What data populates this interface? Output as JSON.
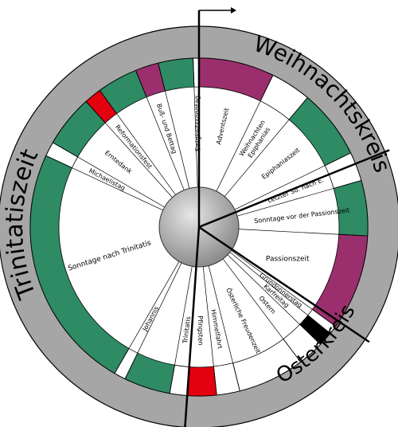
{
  "circles": {
    "weihnachtskreis": "Weihnachtskreis",
    "osterkreis": "Osterkreis",
    "trinitatiszeit": "Trinitatiszeit"
  },
  "colors": {
    "outer_ring": "#a6a6a6",
    "green": "#2e8b64",
    "violet": "#9b2f6e",
    "red": "#e3000f",
    "black": "#000000",
    "white": "#ffffff"
  },
  "segments": [
    {
      "id": "ewigkeitssonntag",
      "label": "Ewigkeitssonntag",
      "color": "white",
      "start": -2,
      "end": 0
    },
    {
      "id": "adventszeit",
      "label": "Adventszeit",
      "color": "violet",
      "start": 0,
      "end": 26
    },
    {
      "id": "weihnachten-epiphanias",
      "label": "Weihnachten\nEpiphanias",
      "color": "white",
      "start": 26,
      "end": 40
    },
    {
      "id": "epiphaniaszeit",
      "label": "Epiphaniaszeit",
      "color": "green",
      "start": 40,
      "end": 64
    },
    {
      "id": "letzter-so-nach-e",
      "label": "Letzter So. nach E.",
      "color": "white",
      "start": 64,
      "end": 74
    },
    {
      "id": "vorpassion",
      "label": "Sonntage vor der Passionszeit",
      "color": "green",
      "start": 74,
      "end": 93
    },
    {
      "id": "passionszeit",
      "label": "Passionszeit",
      "color": "violet",
      "start": 93,
      "end": 126
    },
    {
      "id": "gruendonnerstag",
      "label": "Gründonnerstag",
      "color": "white",
      "start": 126,
      "end": 129
    },
    {
      "id": "karfreitag",
      "label": "Karfreitag",
      "color": "black",
      "start": 129,
      "end": 134
    },
    {
      "id": "ostern",
      "label": "Ostern",
      "color": "white",
      "start": 134,
      "end": 143
    },
    {
      "id": "oesterliche-freudenzeit",
      "label": "Österliche Freudenzeit",
      "color": "white",
      "start": 143,
      "end": 166
    },
    {
      "id": "himmelfahrt",
      "label": "Himmelfahrt",
      "color": "white",
      "start": 166,
      "end": 174
    },
    {
      "id": "pfingsten",
      "label": "Pfingsten",
      "color": "red",
      "start": 174,
      "end": 184
    },
    {
      "id": "trinitatis",
      "label": "Trinitatis",
      "color": "white",
      "start": 184,
      "end": 190
    },
    {
      "id": "trinitatis-green",
      "label": "",
      "color": "green",
      "start": 190,
      "end": 206
    },
    {
      "id": "johannis",
      "label": "Johannis",
      "color": "white",
      "start": 206,
      "end": 210
    },
    {
      "id": "sonntage-nach-trinitatis",
      "label": "Sonntage nach Trinitatis",
      "color": "green",
      "start": 210,
      "end": 295
    },
    {
      "id": "michaelistag",
      "label": "Michaelistag",
      "color": "white",
      "start": 295,
      "end": 300
    },
    {
      "id": "erntedank",
      "label": "Erntedank",
      "color": "green",
      "start": 300,
      "end": 318
    },
    {
      "id": "reformationsfest",
      "label": "Reformationsfest",
      "color": "red",
      "start": 318,
      "end": 324
    },
    {
      "id": "green-before-buss",
      "label": "",
      "color": "green",
      "start": 324,
      "end": 338
    },
    {
      "id": "buss-und-bettag",
      "label": "Buß- und Bettag",
      "color": "violet",
      "start": 338,
      "end": 346
    },
    {
      "id": "ewigkeit-green",
      "label": "",
      "color": "green",
      "start": 346,
      "end": 358
    }
  ]
}
